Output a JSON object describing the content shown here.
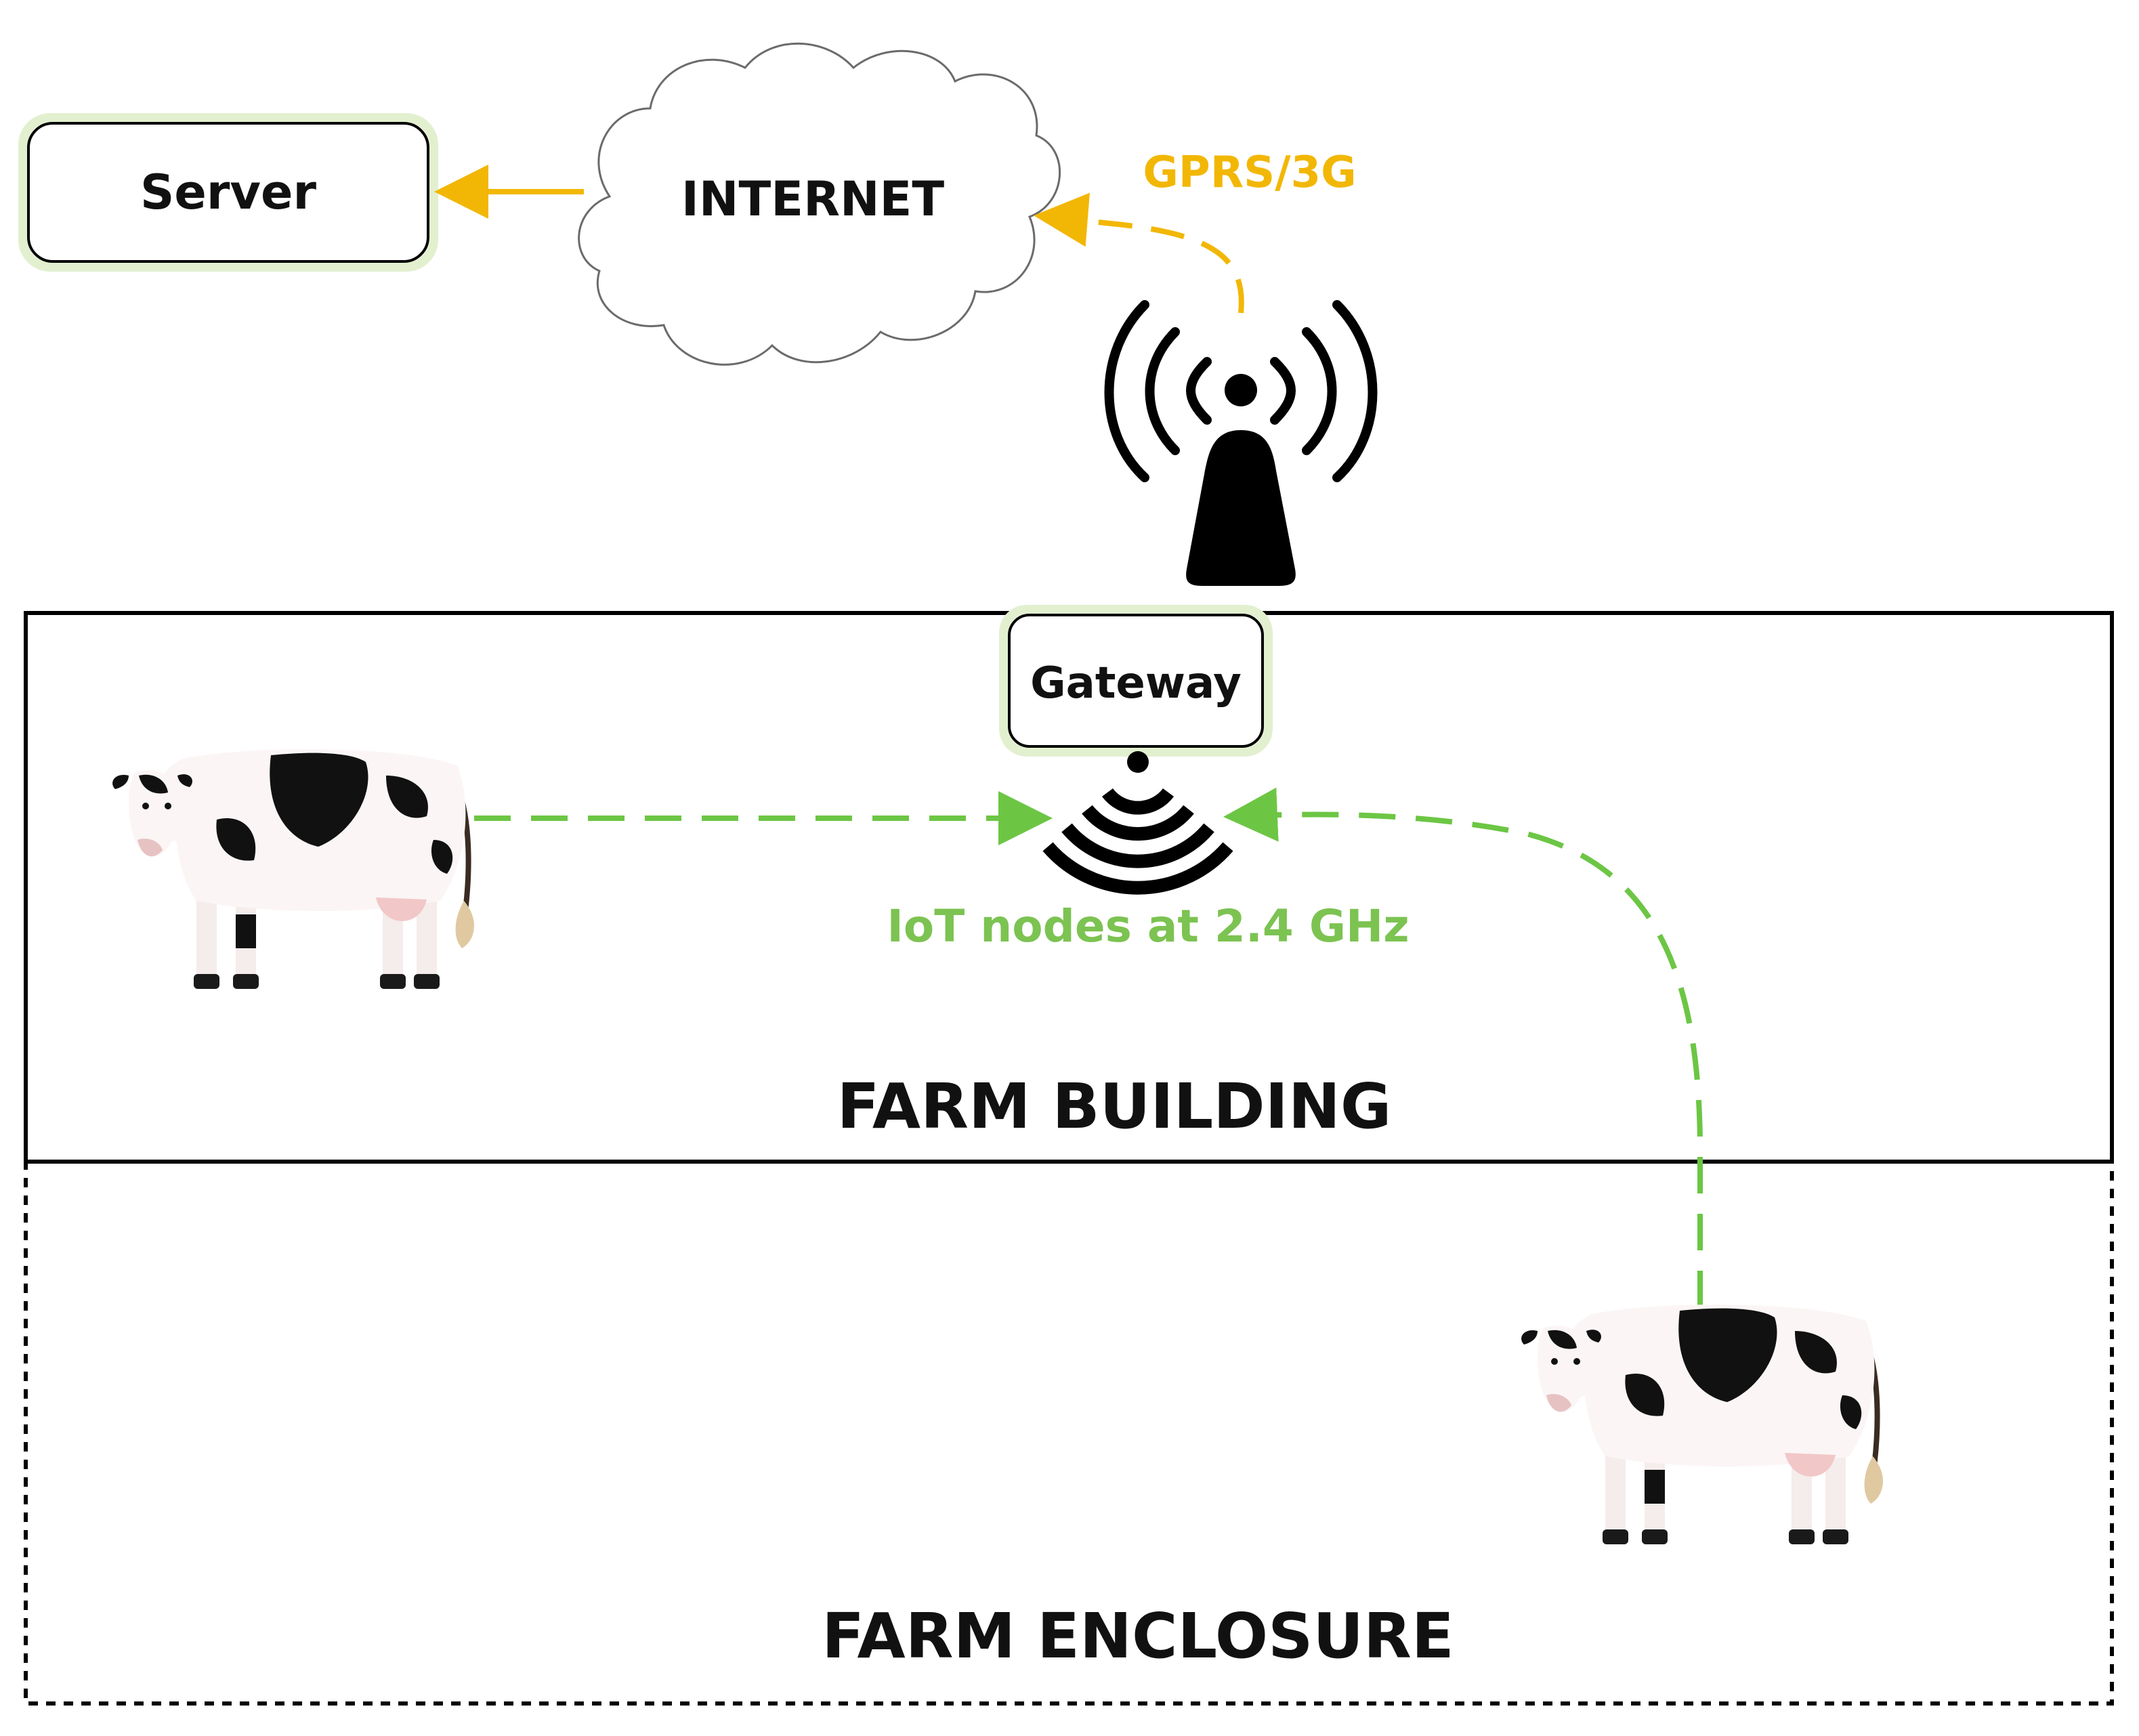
{
  "nodes": {
    "server": {
      "label": "Server"
    },
    "internet": {
      "label": "INTERNET"
    },
    "gateway": {
      "label": "Gateway"
    }
  },
  "links": {
    "gprs": {
      "label": "GPRS/3G",
      "color": "#f2b705"
    },
    "iot": {
      "label": "IoT nodes at 2.4 GHz",
      "color": "#6cc644"
    }
  },
  "zones": {
    "building": {
      "label": "FARM BUILDING"
    },
    "enclosure": {
      "label": "FARM ENCLOSURE"
    }
  },
  "icons": {
    "antenna": "radio-tower-icon",
    "wifi": "wifi-signal-icon",
    "cow": "cow-icon"
  },
  "colors": {
    "internet_link": "#f2b705",
    "iot_link": "#6cc644",
    "box_glow": "#e2f0cf",
    "outline": "#000000"
  }
}
